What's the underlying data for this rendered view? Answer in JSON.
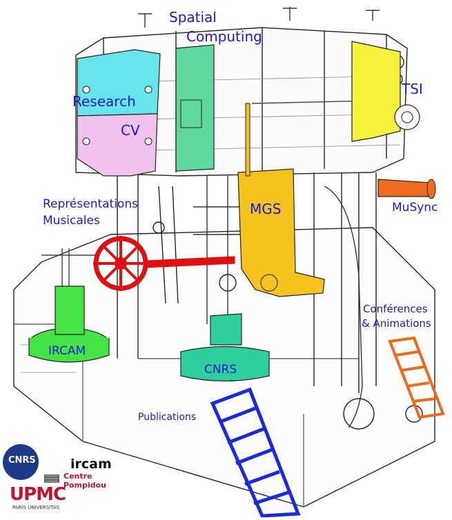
{
  "nav": {
    "spatial": {
      "line1": "Spatial",
      "line2": "Computing"
    },
    "research": "Research",
    "cv": "CV",
    "tsi": "TSI",
    "musync": "MuSync",
    "representations": {
      "line1": "Représentations",
      "line2": "Musicales"
    },
    "mgs": "MGS",
    "ircam": "IRCAM",
    "cnrs": "CNRS",
    "conferences": {
      "line1": "Conférences",
      "line2": "& Animations"
    },
    "publications": "Publications"
  },
  "logos": {
    "cnrs": "CNRS",
    "ircam": "ircam",
    "centre": "Centre",
    "pompidou": "Pompidou",
    "upmc": "UPMC",
    "paris": "PARIS UNIVERSITAS"
  },
  "colors": {
    "research": "#66e6ec",
    "cv": "#f2c2ee",
    "spatial": "#5fd8a0",
    "tsi": "#f6f23a",
    "mgs": "#f5c21e",
    "musync": "#ee6b1e",
    "wheel": "#e01010",
    "ircam": "#44e444",
    "cnrs": "#2ecf9c",
    "conferences": "#ec6a18",
    "publications": "#1a2ae0",
    "link": "#1a1ad6"
  }
}
